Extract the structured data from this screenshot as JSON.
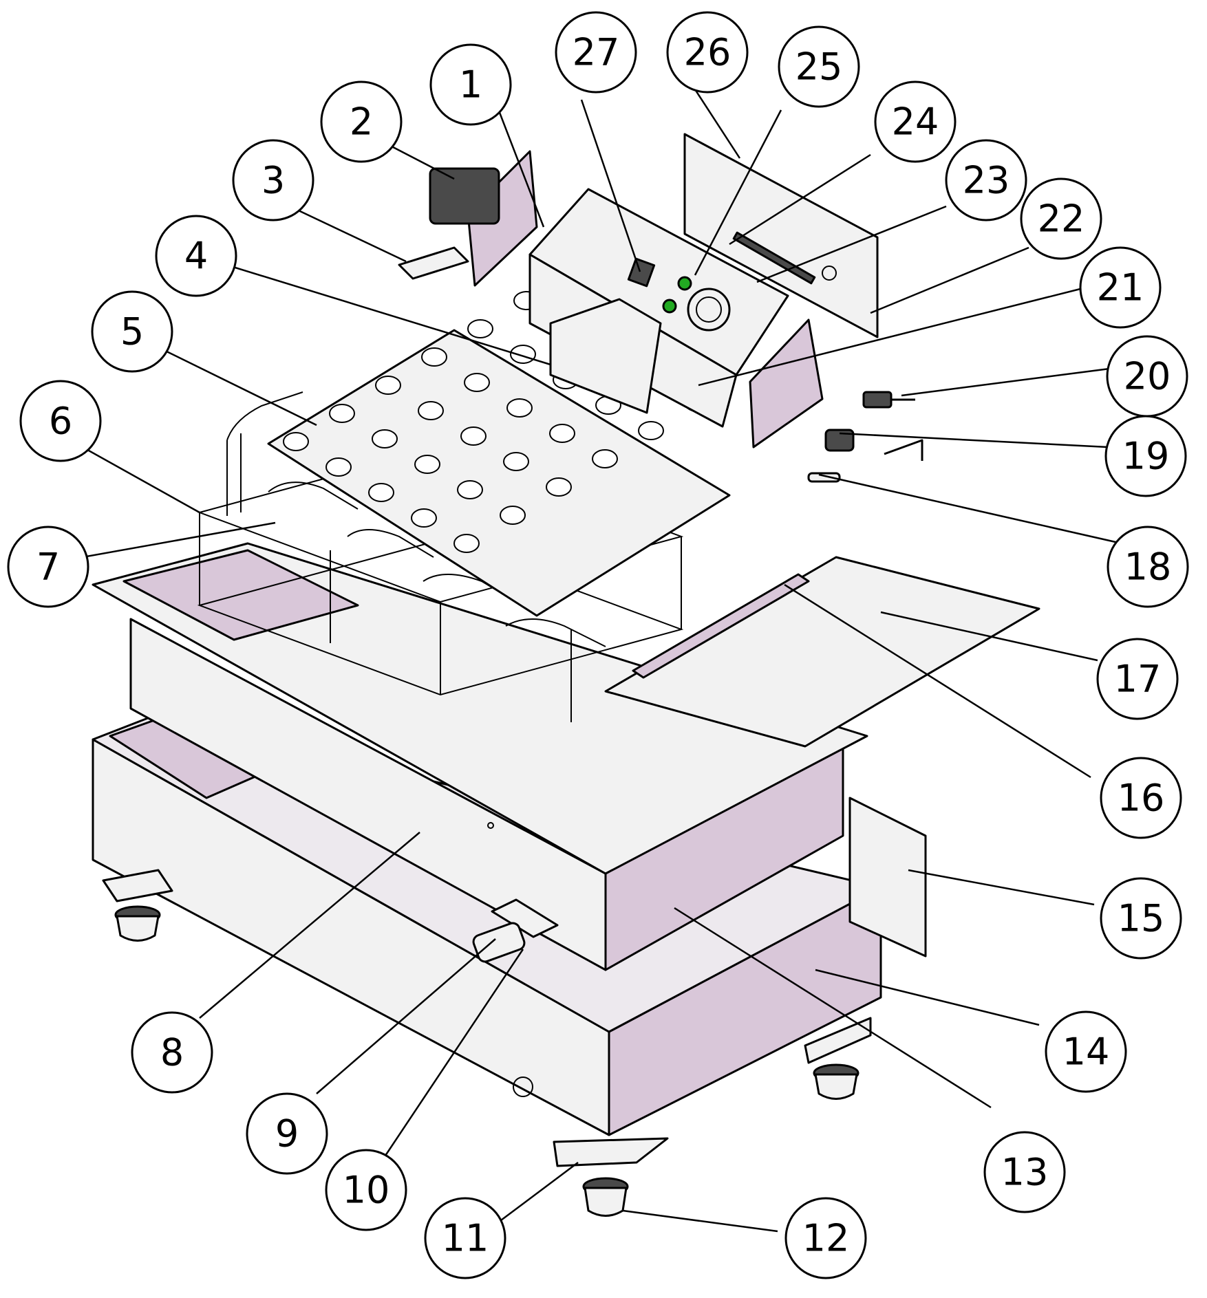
{
  "diagram": {
    "colors": {
      "panel_fill": "#ede9ee",
      "panel_accent": "#d9c7d9",
      "metal": "#f2f2f2",
      "line": "#000000",
      "lamp_green": "#22aa22",
      "dark_part": "#4a4a4a"
    },
    "callouts": [
      {
        "id": "c1",
        "label": "1"
      },
      {
        "id": "c2",
        "label": "2"
      },
      {
        "id": "c3",
        "label": "3"
      },
      {
        "id": "c4",
        "label": "4"
      },
      {
        "id": "c5",
        "label": "5"
      },
      {
        "id": "c6",
        "label": "6"
      },
      {
        "id": "c7",
        "label": "7"
      },
      {
        "id": "c8",
        "label": "8"
      },
      {
        "id": "c9",
        "label": "9"
      },
      {
        "id": "c10",
        "label": "10"
      },
      {
        "id": "c11",
        "label": "11"
      },
      {
        "id": "c12",
        "label": "12"
      },
      {
        "id": "c13",
        "label": "13"
      },
      {
        "id": "c14",
        "label": "14"
      },
      {
        "id": "c15",
        "label": "15"
      },
      {
        "id": "c16",
        "label": "16"
      },
      {
        "id": "c17",
        "label": "17"
      },
      {
        "id": "c18",
        "label": "18"
      },
      {
        "id": "c19",
        "label": "19"
      },
      {
        "id": "c20",
        "label": "20"
      },
      {
        "id": "c21",
        "label": "21"
      },
      {
        "id": "c22",
        "label": "22"
      },
      {
        "id": "c23",
        "label": "23"
      },
      {
        "id": "c24",
        "label": "24"
      },
      {
        "id": "c25",
        "label": "25"
      },
      {
        "id": "c26",
        "label": "26"
      },
      {
        "id": "c27",
        "label": "27"
      }
    ]
  }
}
